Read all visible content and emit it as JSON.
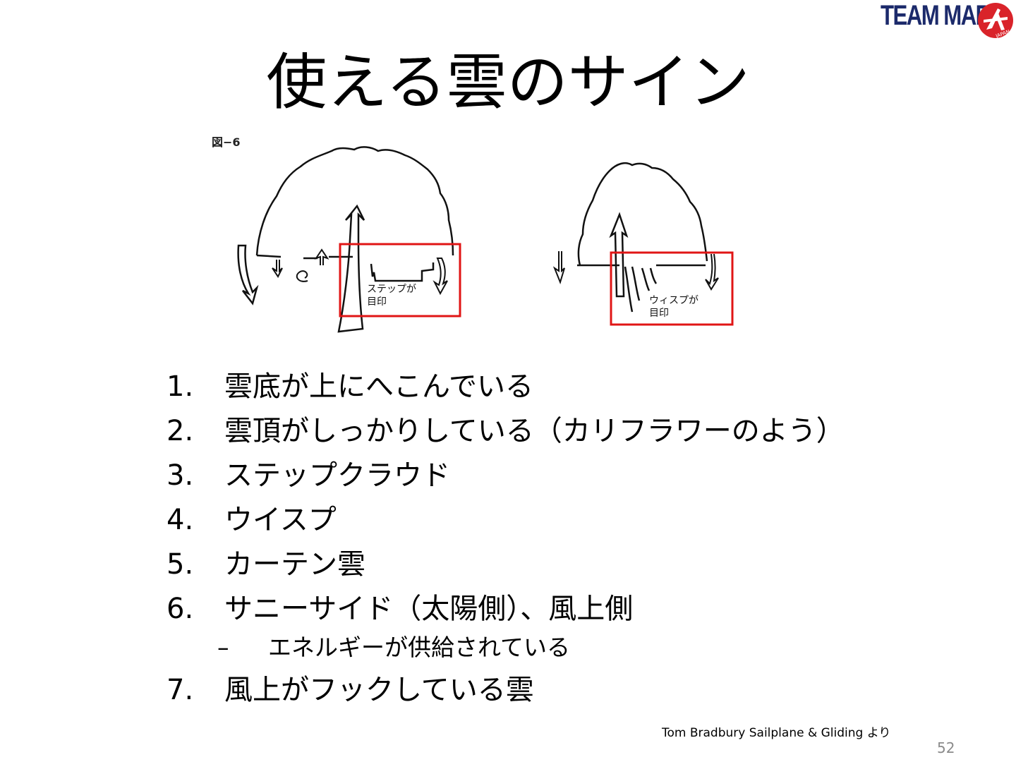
{
  "logo": {
    "text": "TEAM MARU",
    "emblem_sub": "JAPAN"
  },
  "title": "使える雲のサイン",
  "figure": {
    "label": "図−6",
    "left_box_text_1": "ステップが",
    "left_box_text_2": "目印",
    "right_box_text_1": "ウィスプが",
    "right_box_text_2": "目印",
    "box_color": "#e01515"
  },
  "list": {
    "items": [
      {
        "num": "1.",
        "text": "雲底が上にへこんでいる"
      },
      {
        "num": "2.",
        "text": "雲頂がしっかりしている（カリフラワーのよう）"
      },
      {
        "num": "3.",
        "text": "ステップクラウド"
      },
      {
        "num": "4.",
        "text": "ウイスプ"
      },
      {
        "num": "5.",
        "text": "カーテン雲"
      },
      {
        "num": "6.",
        "text": "サニーサイド（太陽側）、風上側"
      },
      {
        "num": "7.",
        "text": "風上がフックしている雲"
      }
    ],
    "subitem": {
      "dash": "–",
      "text": "エネルギーが供給されている"
    }
  },
  "credit": "Tom Bradbury Sailplane & Gliding より",
  "page_number": "52"
}
